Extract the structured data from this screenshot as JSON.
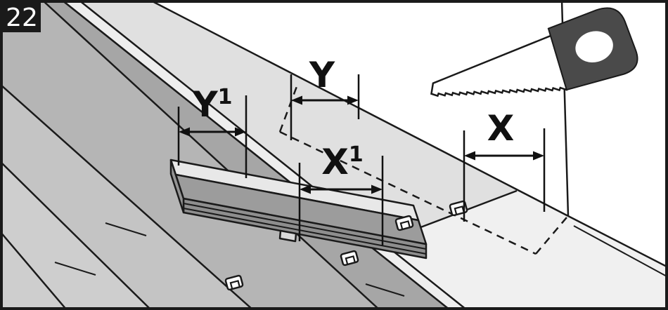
{
  "step_badge": {
    "number": "22"
  },
  "dimensions": {
    "y1": {
      "base": "Y",
      "sup": "1"
    },
    "y": {
      "label": "Y"
    },
    "x1": {
      "base": "X",
      "sup": "1"
    },
    "x": {
      "label": "X"
    }
  },
  "icons": {
    "saw": "hand-saw"
  },
  "colors": {
    "line": "#1a1a1a",
    "wall": "#ffffff",
    "underlay": "#e0e0e0",
    "bare_floor": "#f0f0f0",
    "panel_gray": "#b5b5b5",
    "panel_dark_row": "#a6a6a6",
    "panel_light": "#c4c4c4",
    "panel_lighter": "#cecece",
    "tongue_strip": "#eeeeee",
    "plank_top": "#9c9c9c",
    "plank_highlight": "#e8e8e8",
    "plank_side": "#8e8e8e",
    "saw_handle": "#4a4a4a",
    "badge_bg": "#1a1a1a",
    "badge_text": "#ffffff"
  }
}
